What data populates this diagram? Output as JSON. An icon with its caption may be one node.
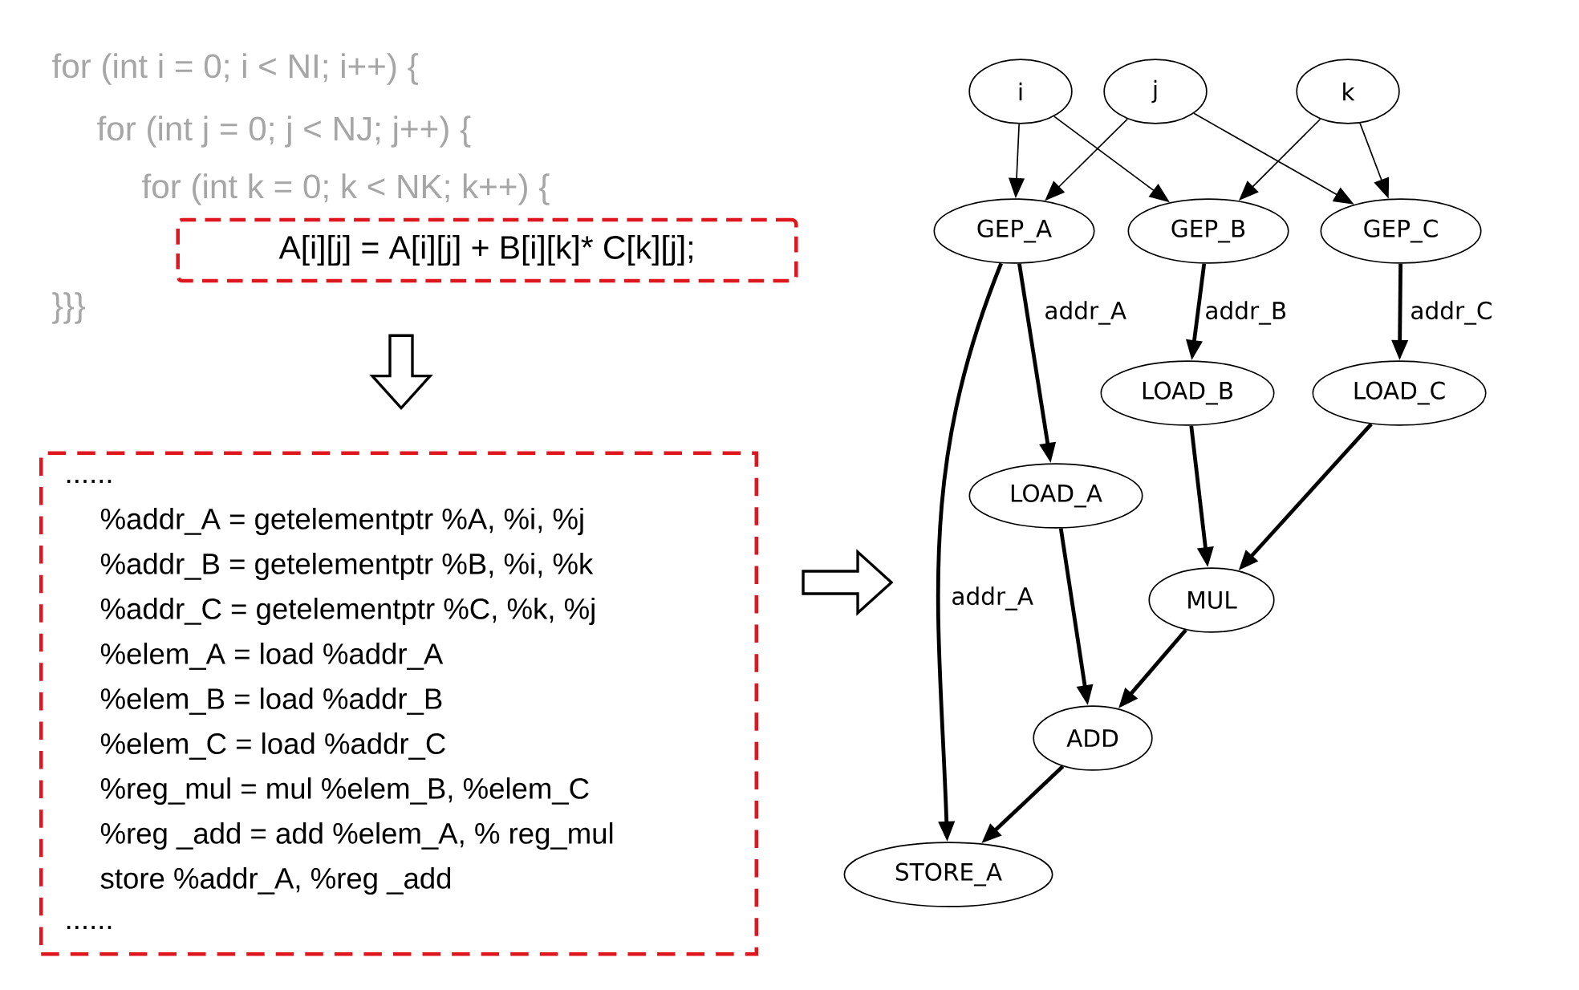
{
  "diagram": {
    "nodes": [
      {
        "text": [
          "A[i][j] = A[i][j] + B[i][k]* C[k][j];"
        ]
      },
      {
        "text": [
          "......",
          "%addr_A = getelementptr %A, %i, %j",
          "%addr_B = getelementptr %B, %i, %k",
          "%addr_C = getelementptr %C, %k, %j",
          "%elem_A = load %addr_A",
          "%elem_B = load %addr_B",
          "%elem_C = load %addr_C",
          "%reg_mul = mul %elem_B, %elem_C",
          "%reg _add = add %elem_A, % reg_mul",
          "store %addr_A, %reg _add",
          "......"
        ]
      },
      {
        "text": [
          "i"
        ]
      },
      {
        "text": [
          "j"
        ]
      },
      {
        "text": [
          "k"
        ]
      },
      {
        "text": [
          "GEP_A"
        ]
      },
      {
        "text": [
          "GEP_B"
        ]
      },
      {
        "text": [
          "GEP_C"
        ]
      },
      {
        "text": [
          "LOAD_B"
        ]
      },
      {
        "text": [
          "LOAD_C"
        ]
      },
      {
        "text": [
          "LOAD_A"
        ]
      },
      {
        "text": [
          "MUL"
        ]
      },
      {
        "text": [
          "ADD"
        ]
      },
      {
        "text": [
          "STORE_A"
        ]
      }
    ],
    "edges": [
      {
        "from": 0,
        "to": 1,
        "arrow": "to"
      },
      {
        "from": 1,
        "to": null,
        "arrow": "to"
      },
      {
        "from": 2,
        "to": 5,
        "arrow": "to"
      },
      {
        "from": 2,
        "to": 6,
        "arrow": "to"
      },
      {
        "from": 3,
        "to": 5,
        "arrow": "to"
      },
      {
        "from": 3,
        "to": 7,
        "arrow": "to"
      },
      {
        "from": 4,
        "to": 6,
        "arrow": "to"
      },
      {
        "from": 4,
        "to": 7,
        "arrow": "to"
      },
      {
        "from": 5,
        "to": 10,
        "arrow": "to",
        "label": "addr_A"
      },
      {
        "from": 5,
        "to": 13,
        "arrow": "to",
        "label": "addr_A"
      },
      {
        "from": 6,
        "to": 8,
        "arrow": "to",
        "label": "addr_B"
      },
      {
        "from": 7,
        "to": 9,
        "arrow": "to",
        "label": "addr_C"
      },
      {
        "from": 8,
        "to": 11,
        "arrow": "to"
      },
      {
        "from": 9,
        "to": 11,
        "arrow": "to"
      },
      {
        "from": 10,
        "to": 12,
        "arrow": "to"
      },
      {
        "from": 11,
        "to": 12,
        "arrow": "to"
      },
      {
        "from": 12,
        "to": 13,
        "arrow": "to"
      }
    ],
    "labels": [
      "for (int i = 0; i < NI; i++) {",
      "for (int j = 0; j < NJ; j++) {",
      "for (int k = 0; k < NK; k++) {",
      "}}}"
    ]
  }
}
